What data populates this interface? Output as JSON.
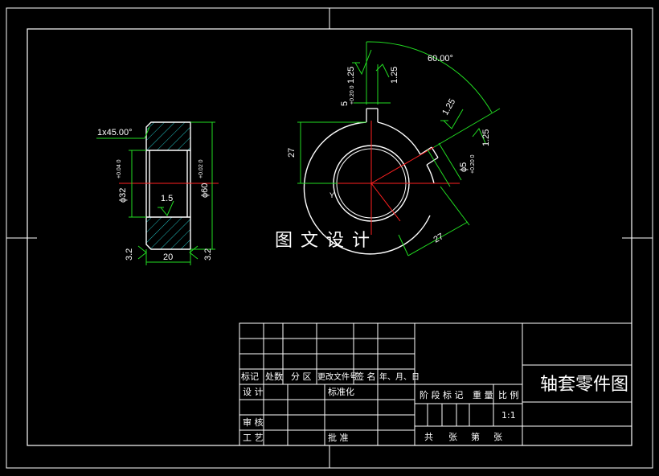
{
  "drawing": {
    "watermark": "图文设计",
    "title": "轴套零件图",
    "front_view": {
      "chamfer": "1x45.00°",
      "bore_dia": "ϕ32",
      "bore_tol": "+0.04 0",
      "outer_dia": "ϕ60",
      "outer_tol": "+0.02 0",
      "roughness_inner": "1.5",
      "roughness_left": "3.2",
      "roughness_right": "3.2",
      "width": "20"
    },
    "side_view": {
      "angle": "60.00°",
      "slot_width": "5",
      "slot_tol": "+0.20 0",
      "rough_a": "1.25",
      "rough_b": "1.25",
      "rough_c": "1.25",
      "rough_d": "1.25",
      "slot_width_2": "ϕ5",
      "slot_tol_2": "+0.20 0",
      "height": "27",
      "radial": "27",
      "y_axis": "Y"
    }
  },
  "title_block": {
    "row_labels": [
      "标记",
      "处数",
      "分 区",
      "更改文件号",
      "签 名",
      "年、月、日"
    ],
    "design": "设 计",
    "standardize": "标准化",
    "review": "审 核",
    "process": "工 艺",
    "approve": "批 准",
    "stage_mark": "阶 段 标 记",
    "weight": "重 量",
    "ratio": "比 例",
    "scale": "1:1",
    "sheets_total": "共",
    "sheets_unit": "张",
    "sheet_no": "第",
    "sheet_unit2": "张"
  }
}
